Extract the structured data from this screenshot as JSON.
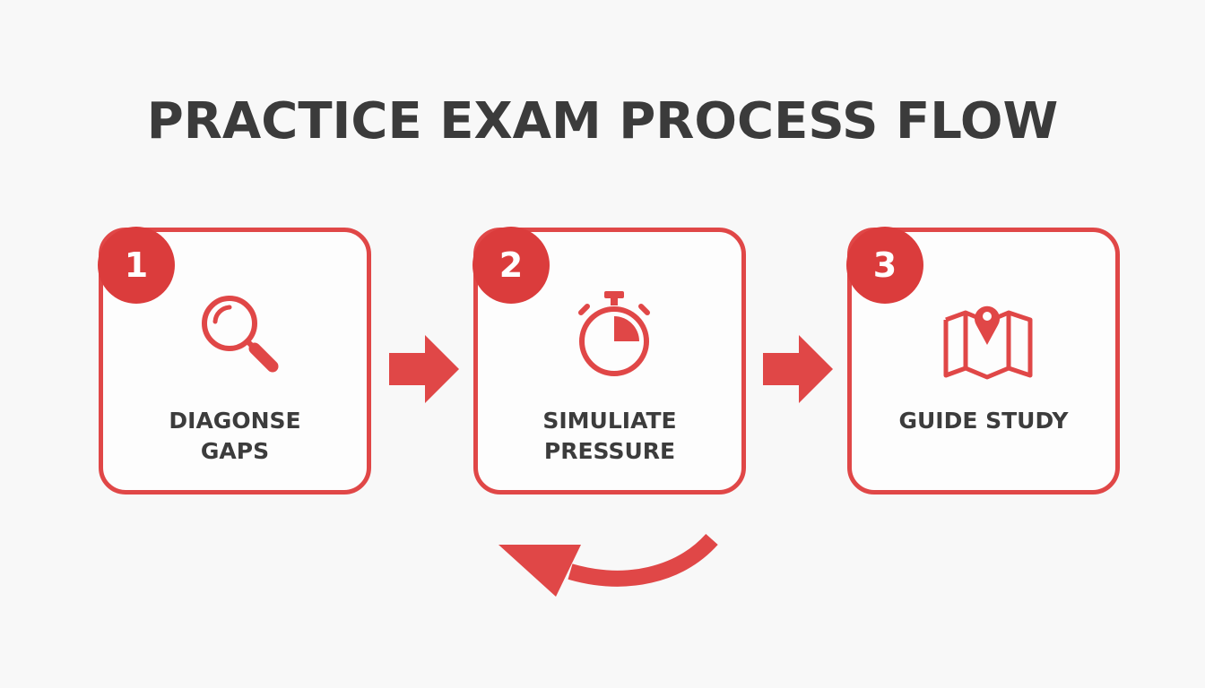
{
  "title": "PRACTICE EXAM PROCESS FLOW",
  "accent_color": "#e04747",
  "steps": [
    {
      "number": "1",
      "icon": "magnifying-glass-icon",
      "label_lines": [
        "DIAGONSE",
        "GAPS"
      ]
    },
    {
      "number": "2",
      "icon": "stopwatch-icon",
      "label_lines": [
        "SIMULIATE",
        "PRESSURE"
      ]
    },
    {
      "number": "3",
      "icon": "map-pin-icon",
      "label_lines": [
        "GUIDE STUDY"
      ]
    }
  ],
  "connectors": [
    {
      "from": "1",
      "to": "2",
      "icon": "right-arrow-icon"
    },
    {
      "from": "2",
      "to": "3",
      "icon": "right-arrow-icon"
    },
    {
      "from": "2",
      "to": "1",
      "icon": "curved-return-arrow-icon"
    }
  ]
}
